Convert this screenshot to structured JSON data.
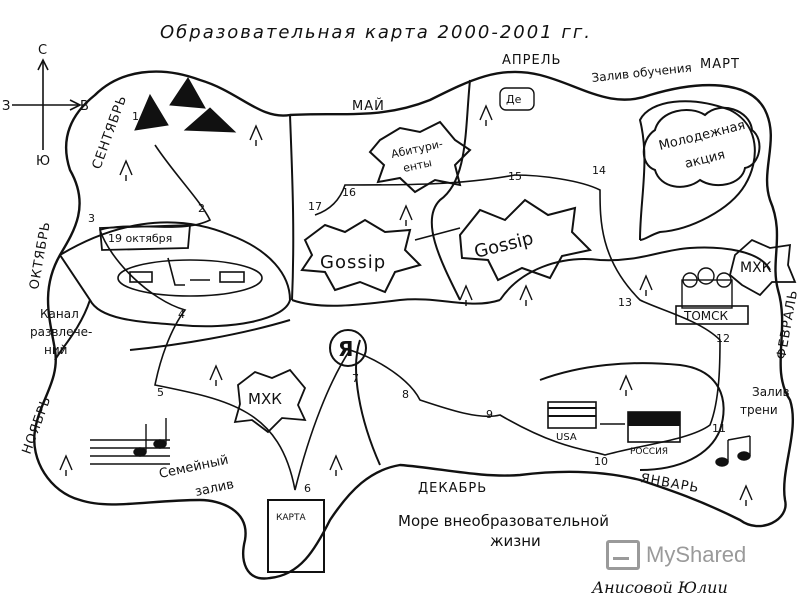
{
  "title": "Образовательная карта 2000-2001 гг.",
  "compass": {
    "north": "С",
    "south": "Ю",
    "west": "З",
    "east": "В"
  },
  "months": {
    "september": "СЕНТЯБРЬ",
    "october": "ОКТЯБРЬ",
    "november": "НОЯБРЬ",
    "december": "ДЕКАБРЬ",
    "january": "ЯНВАРЬ",
    "february": "ФЕВРАЛЬ",
    "march": "МАРТ",
    "april": "АПРЕЛЬ",
    "may": "МАЙ"
  },
  "waters": {
    "bay_learning": "Залив обучения",
    "canal_line1": "Канал",
    "canal_line2": "развлече-",
    "canal_line3": "ний",
    "family_bay_line1": "Семейный",
    "family_bay_line2": "залив",
    "sea_line1": "Море внеобразовательной",
    "sea_line2": "жизни",
    "training_bay_line1": "Залив",
    "training_bay_line2": "трени"
  },
  "labels": {
    "youth_action_line1": "Молодежная",
    "youth_action_line2": "акция",
    "applicants_line1": "Абитури-",
    "applicants_line2": "енты",
    "gossip_left": "Gossip",
    "gossip_right": "Gossip",
    "october19": "19 октября",
    "mhk_center": "МХК",
    "mhk_right": "МХК",
    "tomsk": "ТОМСК",
    "usa": "USA",
    "russia": "РОССИЯ",
    "ya": "Я",
    "de": "Де",
    "map_small": "КАРТА"
  },
  "route_numbers": [
    "1",
    "2",
    "3",
    "4",
    "5",
    "6",
    "7",
    "8",
    "9",
    "10",
    "11",
    "12",
    "13",
    "14",
    "15",
    "16",
    "17"
  ],
  "author": "Анисовой Юлии",
  "watermark": "MyShared"
}
